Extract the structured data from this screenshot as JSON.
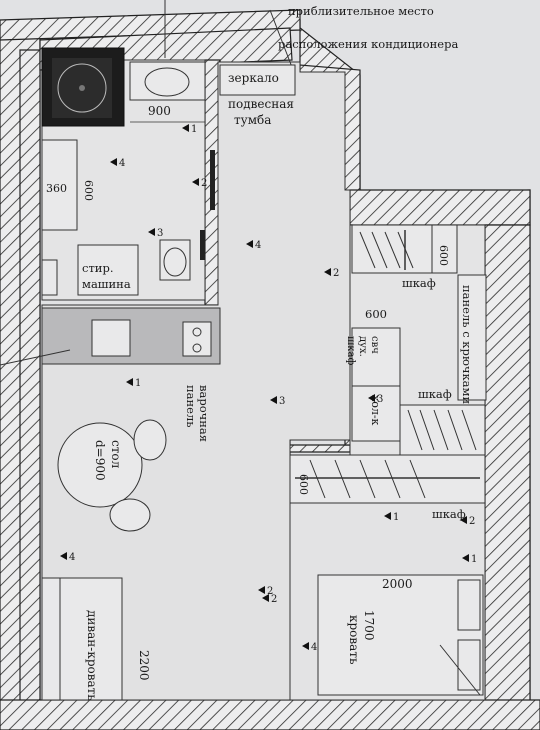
{
  "plan": {
    "labels": {
      "ac_note": "приблизительное место\nрасположения кондиционера",
      "mirror": "зеркало",
      "hanging_cabinet": "подвесная\nтумба",
      "shower_width": "900",
      "bath_depth": "600",
      "bath_small": "360",
      "washing_machine": "стир.\nмашина",
      "cooktop": "варочная\nпанель",
      "table": "стол\nd=900",
      "sofa_bed": "диван-кровать",
      "sofa_length": "2200",
      "wardrobe_top": "шкаф",
      "wardrobe_top_depth": "600",
      "hook_panel": "панель с крючками",
      "kitchen_depth": "600",
      "microwave_oven": "свч\nдух.\nшкаф",
      "fridge": "хол-к",
      "wardrobe_mid": "шкаф",
      "wardrobe_mid2": "шкаф",
      "wardrobe_mid_depth": "600",
      "bed_length": "2000",
      "bed_width": "1700",
      "bed": "кровать"
    },
    "view_markers": [
      "1",
      "2",
      "3",
      "4",
      "4",
      "2",
      "3",
      "1",
      "3",
      "1",
      "4",
      "2",
      "1",
      "2",
      "4",
      "2"
    ]
  }
}
